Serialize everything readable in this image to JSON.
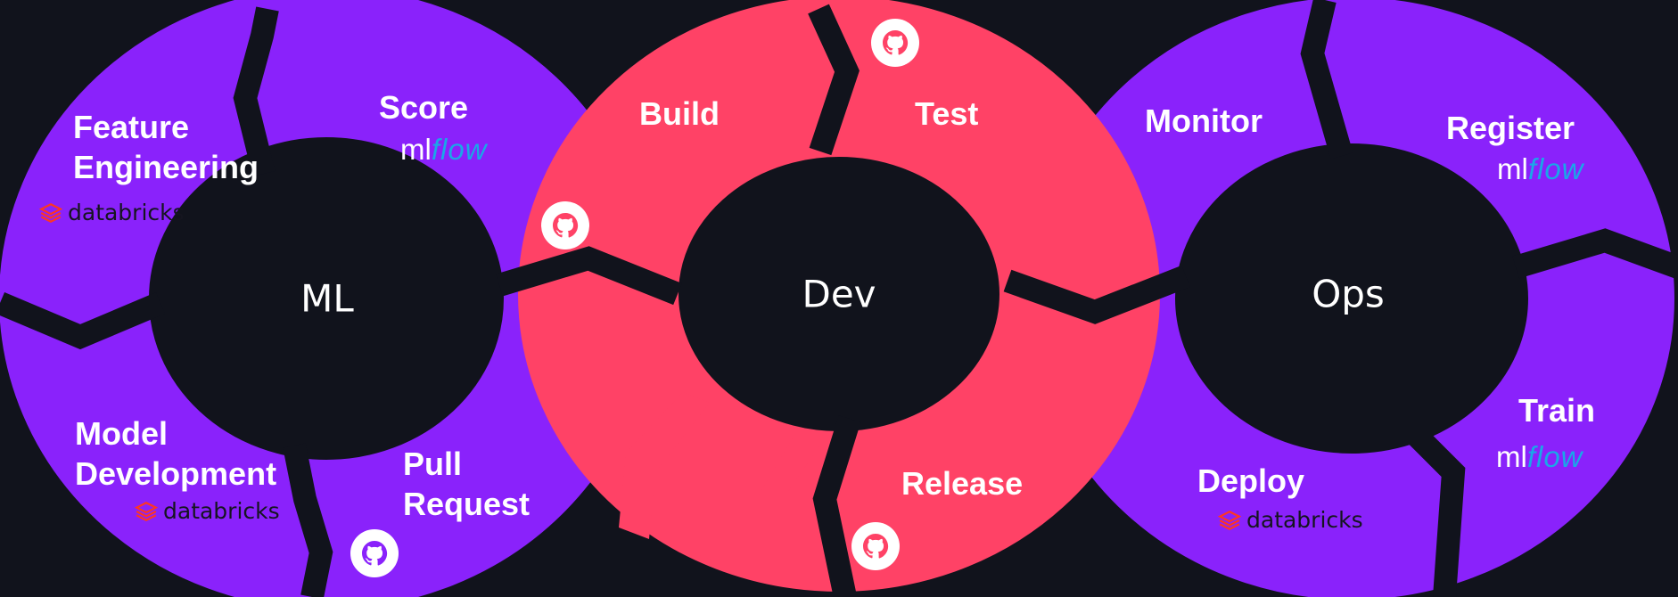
{
  "colors": {
    "background": "#11131c",
    "ml_ring": "#8a22fb",
    "dev_ring": "#ff4266",
    "ops_ring": "#8a22fb",
    "mlflow_flow": "#1aa7e8",
    "databricks_logo": "#ff3621"
  },
  "centers": {
    "ml": "ML",
    "dev": "Dev",
    "ops": "Ops"
  },
  "stages": {
    "feature_engineering": "Feature\nEngineering",
    "score": "Score",
    "model_development": "Model\nDevelopment",
    "pull_request": "Pull\nRequest",
    "build": "Build",
    "test": "Test",
    "release": "Release",
    "monitor": "Monitor",
    "register": "Register",
    "train": "Train",
    "deploy": "Deploy"
  },
  "logos": {
    "mlflow_ml": "ml",
    "mlflow_flow": "flow",
    "databricks": "databricks"
  },
  "icons": [
    "github-icon",
    "databricks-icon",
    "mlflow-logo"
  ]
}
